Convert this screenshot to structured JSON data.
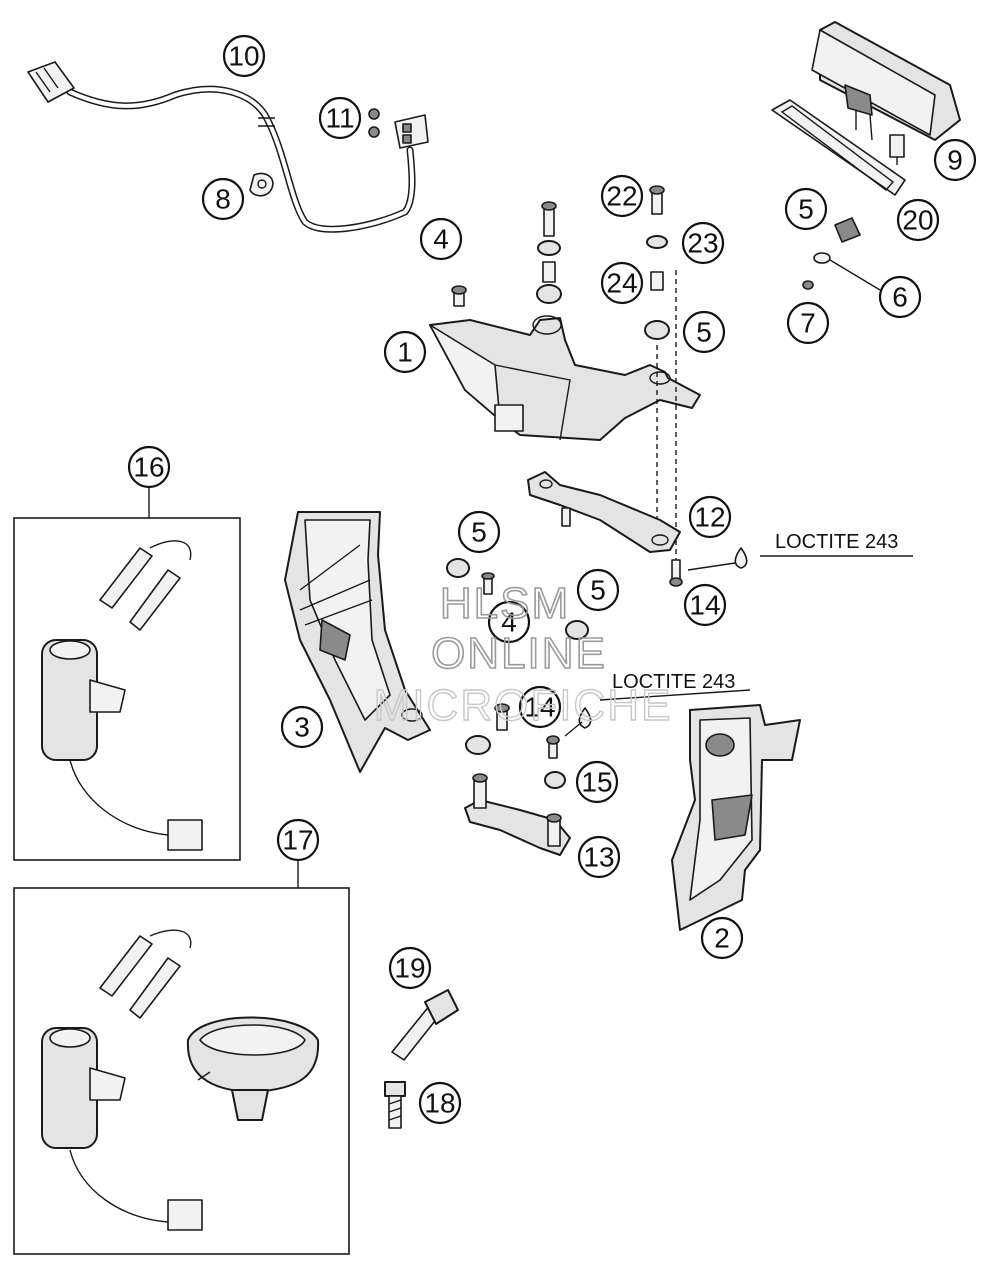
{
  "diagram": {
    "callouts": [
      {
        "id": "1",
        "label": "1"
      },
      {
        "id": "2",
        "label": "2"
      },
      {
        "id": "3",
        "label": "3"
      },
      {
        "id": "4a",
        "label": "4"
      },
      {
        "id": "4b",
        "label": "4"
      },
      {
        "id": "5a",
        "label": "5"
      },
      {
        "id": "5b",
        "label": "5"
      },
      {
        "id": "5c",
        "label": "5"
      },
      {
        "id": "5d",
        "label": "5"
      },
      {
        "id": "6",
        "label": "6"
      },
      {
        "id": "7",
        "label": "7"
      },
      {
        "id": "8",
        "label": "8"
      },
      {
        "id": "9",
        "label": "9"
      },
      {
        "id": "10",
        "label": "10"
      },
      {
        "id": "11",
        "label": "11"
      },
      {
        "id": "12",
        "label": "12"
      },
      {
        "id": "13",
        "label": "13"
      },
      {
        "id": "14a",
        "label": "14"
      },
      {
        "id": "14b",
        "label": "14"
      },
      {
        "id": "15",
        "label": "15"
      },
      {
        "id": "16",
        "label": "16"
      },
      {
        "id": "17",
        "label": "17"
      },
      {
        "id": "18",
        "label": "18"
      },
      {
        "id": "19",
        "label": "19"
      },
      {
        "id": "20",
        "label": "20"
      },
      {
        "id": "22",
        "label": "22"
      },
      {
        "id": "23",
        "label": "23"
      },
      {
        "id": "24",
        "label": "24"
      }
    ],
    "notes": {
      "loctite_upper": "LOCTITE 243",
      "loctite_lower": "LOCTITE 243"
    },
    "watermark": {
      "line1": "HLSM",
      "line2": "ONLINE",
      "line3": "MICROFICHE"
    }
  }
}
